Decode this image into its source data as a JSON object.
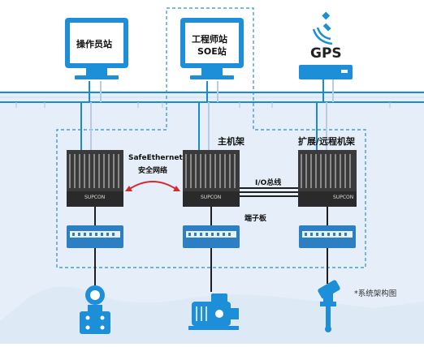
{
  "labels": {
    "operator_station": "操作员站",
    "engineer_station_line1": "工程师站",
    "engineer_station_line2": "SOE站",
    "gps": "GPS",
    "main_rack": "主机架",
    "expansion_rack": "扩展/远程机架",
    "safe_ethernet_line1": "SafeEthernet",
    "safe_ethernet_line2": "安全网络",
    "io_bus": "I/O总线",
    "terminal_board": "端子板",
    "brand": "SUPCON",
    "caption": "*系统架构图"
  },
  "colors": {
    "network_blue": "#1a8ad4",
    "monitor_blue": "#1d8fd8",
    "background_region": "#e3edf8",
    "dashed_boundary": "#2b8fd0",
    "rack_dark": "#3a3a3a",
    "safe_link_red": "#d9282f",
    "terminal_blue": "#2d7fc4"
  }
}
